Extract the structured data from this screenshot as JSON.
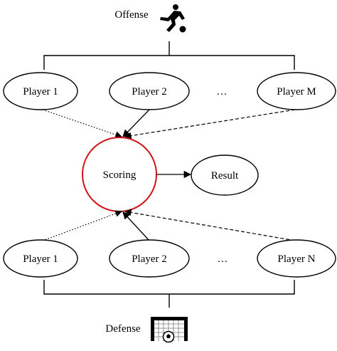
{
  "offense": {
    "label": "Offense",
    "icon": "soccer-player-kicking-icon"
  },
  "defense": {
    "label": "Defense",
    "icon": "soccer-goal-with-ball-icon"
  },
  "offense_players": [
    {
      "label": "Player 1",
      "link_style": "dotted"
    },
    {
      "label": "Player 2",
      "link_style": "solid"
    },
    {
      "label": "…",
      "link_style": "none"
    },
    {
      "label": "Player M",
      "link_style": "dashed"
    }
  ],
  "defense_players": [
    {
      "label": "Player 1",
      "link_style": "dotted"
    },
    {
      "label": "Player 2",
      "link_style": "solid"
    },
    {
      "label": "…",
      "link_style": "none"
    },
    {
      "label": "Player N",
      "link_style": "dashed"
    }
  ],
  "scoring": {
    "label": "Scoring",
    "stroke_color": "#d0121b"
  },
  "result": {
    "label": "Result"
  }
}
